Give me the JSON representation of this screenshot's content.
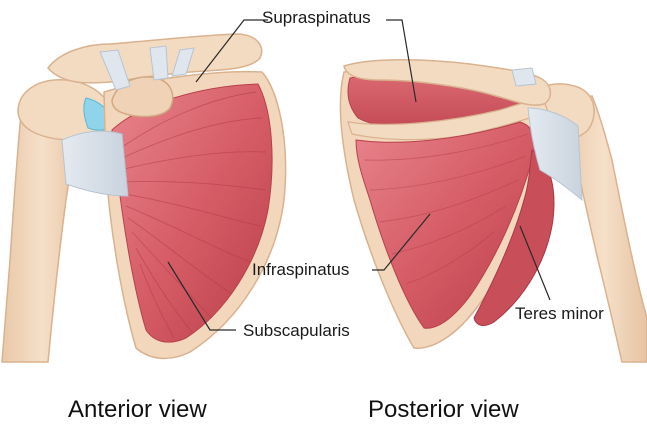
{
  "labels": {
    "supraspinatus": "Supraspinatus",
    "infraspinatus": "Infraspinatus",
    "subscapularis": "Subscapularis",
    "teres_minor": "Teres minor"
  },
  "captions": {
    "anterior": "Anterior view",
    "posterior": "Posterior view"
  },
  "colors": {
    "bone": "#f2d7bd",
    "bone_edge": "#d9b28f",
    "muscle": "#d45a64",
    "muscle_dark": "#b8404c",
    "muscle_light": "#e88890",
    "tendon": "#d7e0ea",
    "cartilage": "#8fd4ea",
    "leader_line": "#2a2a2a"
  }
}
